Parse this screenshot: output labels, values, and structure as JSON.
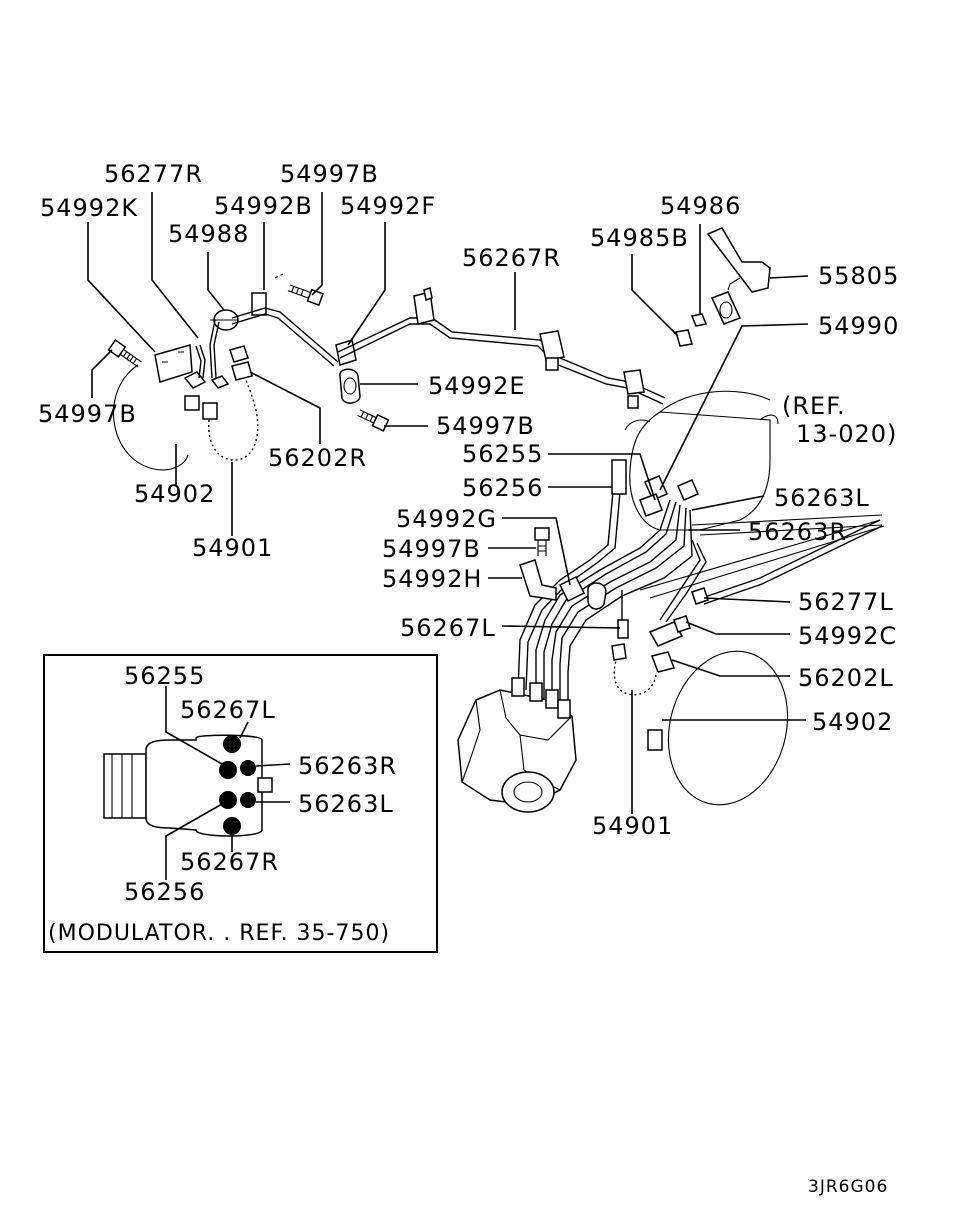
{
  "labels": {
    "l_56277R": "56277R",
    "l_54997B_top": "54997B",
    "l_54992K": "54992K",
    "l_54992B": "54992B",
    "l_54992F": "54992F",
    "l_54988": "54988",
    "l_56267R_top": "56267R",
    "l_54986": "54986",
    "l_54985B": "54985B",
    "l_55805": "55805",
    "l_54990": "54990",
    "l_54992E": "54992E",
    "l_54997B_left": "54997B",
    "l_54997B_mid": "54997B",
    "l_56202R": "56202R",
    "l_54902_left": "54902",
    "l_54901_left": "54901",
    "l_ref_1": "(REF.",
    "l_ref_2": "13-020)",
    "l_56255": "56255",
    "l_56256": "56256",
    "l_56263L": "56263L",
    "l_56263R": "56263R",
    "l_54992G": "54992G",
    "l_54997B_low": "54997B",
    "l_54992H": "54992H",
    "l_56277L": "56277L",
    "l_56267L": "56267L",
    "l_54992C": "54992C",
    "l_56202L": "56202L",
    "l_54902_right": "54902",
    "l_54901_right": "54901"
  },
  "inset": {
    "l_56255": "56255",
    "l_56267L": "56267L",
    "l_56263R": "56263R",
    "l_56263L": "56263L",
    "l_56267R": "56267R",
    "l_56256": "56256",
    "caption": "(MODULATOR. . REF. 35-750)"
  },
  "diagram_code": "3JR6G06"
}
